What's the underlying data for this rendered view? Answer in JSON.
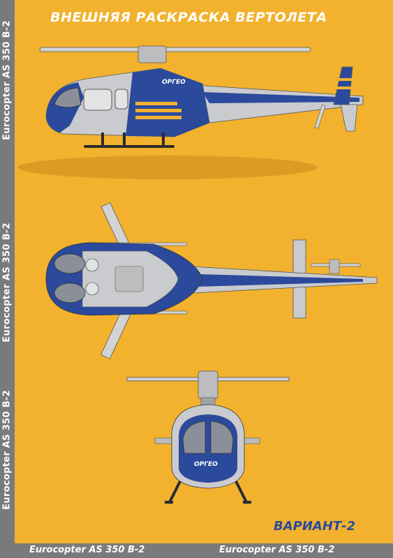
{
  "page": {
    "title": "ВНЕШНЯЯ РАСКРАСКА ВЕРТОЛЕТА",
    "variant": "ВАРИАНТ-2"
  },
  "sidebar": {
    "labels": [
      "Eurocopter AS 350 B-2",
      "Eurocopter AS 350 B-2",
      "Eurocopter AS 350 B-2"
    ]
  },
  "footer": {
    "labels": [
      "Eurocopter AS 350 B-2",
      "Eurocopter AS 350 B-2"
    ]
  },
  "colors": {
    "background": "#F2B22E",
    "band": "#7A7A7A",
    "fuselage_blue": "#2B4A9C",
    "fuselage_gray": "#C9CBCE",
    "stripe_yellow": "#F2B22E"
  },
  "logo": {
    "text": "ОРГЕО"
  }
}
